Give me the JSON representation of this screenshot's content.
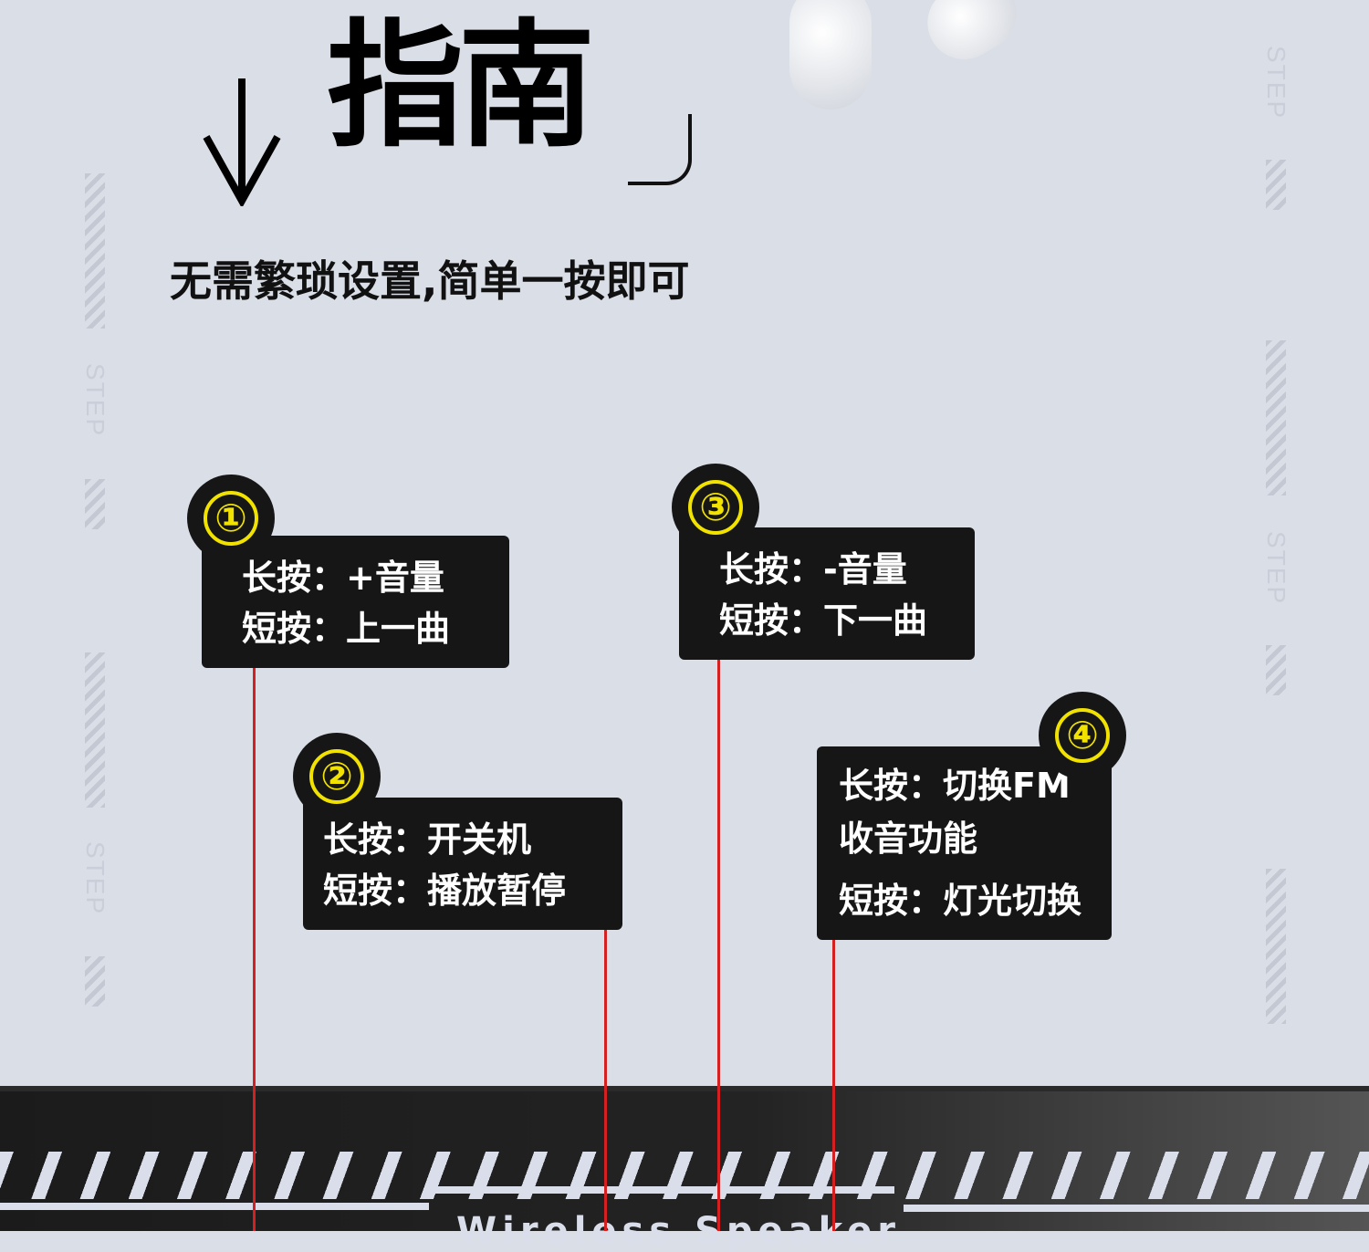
{
  "header": {
    "title": "指南",
    "arrow_icon": "arrow-down-icon",
    "subtitle": "无需繁琐设置,简单一按即可"
  },
  "decor": {
    "step_label": "STEP"
  },
  "steps": [
    {
      "number": "①",
      "lines": [
        "长按：+音量",
        "短按：上一曲"
      ]
    },
    {
      "number": "②",
      "lines": [
        "长按：开关机",
        "短按：播放暂停"
      ]
    },
    {
      "number": "③",
      "lines": [
        "长按：-音量",
        "短按：下一曲"
      ]
    },
    {
      "number": "④",
      "lines": [
        "长按：切换FM",
        "收音功能",
        "短按：灯光切换"
      ]
    }
  ],
  "footer": {
    "brand": "Wireless Speaker"
  },
  "colors": {
    "background": "#dadee7",
    "callout": "#161616",
    "accent": "#f2e200",
    "leader": "#d42020"
  }
}
